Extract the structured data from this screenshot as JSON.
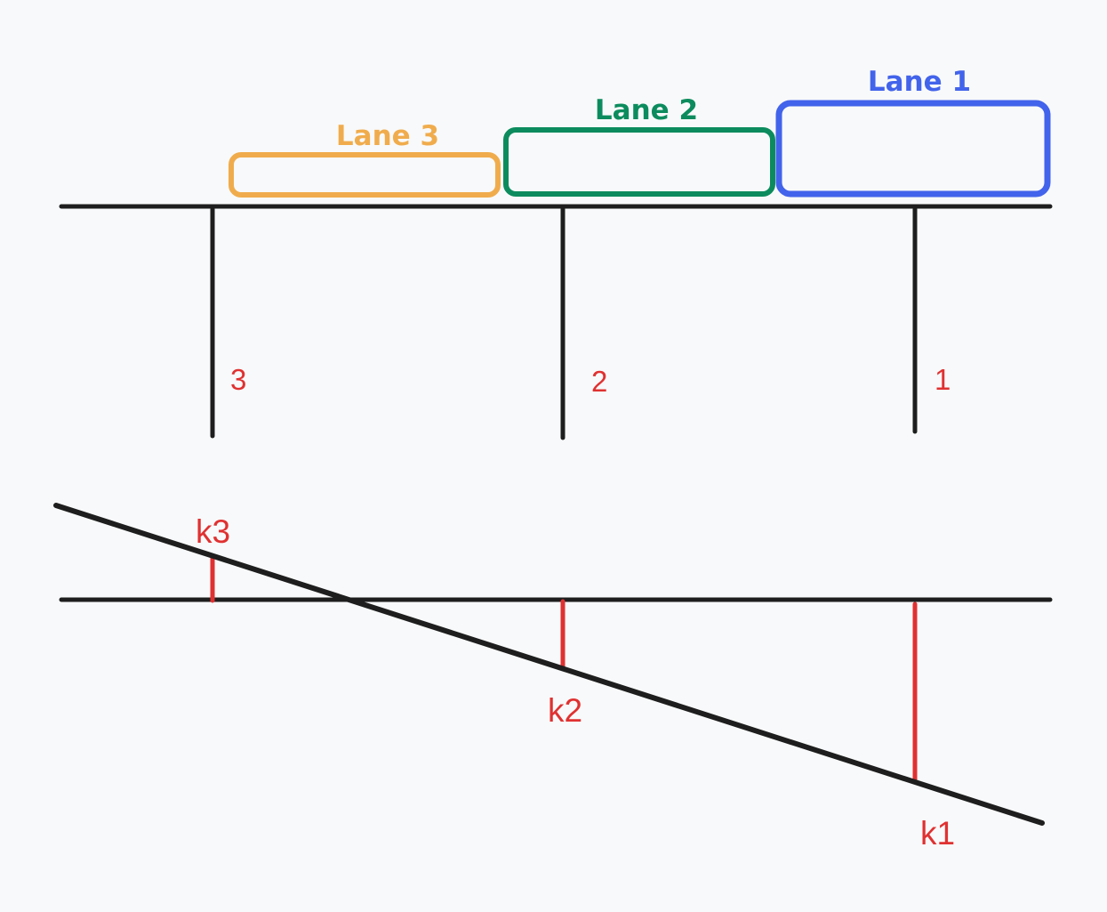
{
  "colors": {
    "background": "#f8f9fa",
    "line": "#1e1e1e",
    "red": "#e03131",
    "lane1": "#4263eb",
    "lane2": "#0c8c5e",
    "lane3": "#f0ac4c"
  },
  "lanes": [
    {
      "label": "Lane 1",
      "color": "#4263eb"
    },
    {
      "label": "Lane 2",
      "color": "#0c8c5e"
    },
    {
      "label": "Lane 3",
      "color": "#f0ac4c"
    }
  ],
  "posts": [
    {
      "label": "3"
    },
    {
      "label": "2"
    },
    {
      "label": "1"
    }
  ],
  "ticks": [
    {
      "label": "k3"
    },
    {
      "label": "k2"
    },
    {
      "label": "k1"
    }
  ]
}
